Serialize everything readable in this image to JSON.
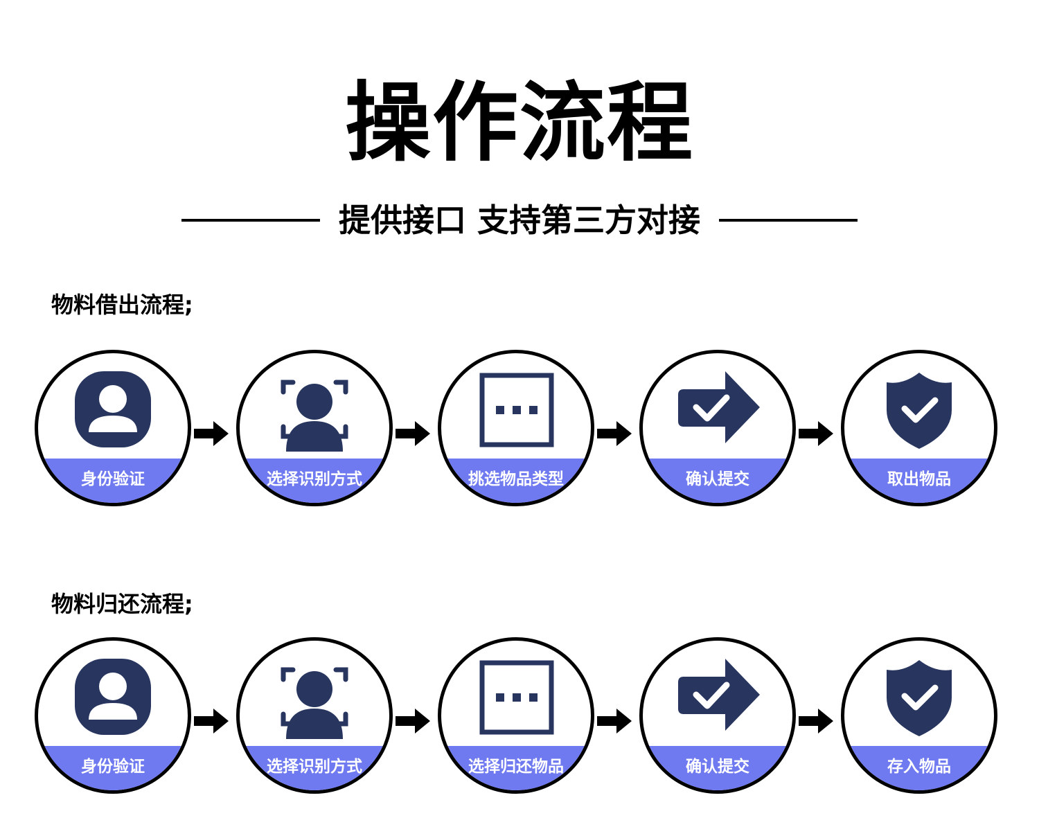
{
  "title": "操作流程",
  "subtitle": "提供接口 支持第三方对接",
  "colors": {
    "icon": "#27355f",
    "band": "#6f79f0",
    "outline": "#000000"
  },
  "borrow_flow": {
    "label": "物料借出流程;",
    "steps": [
      {
        "label": "身份验证",
        "icon": "user-avatar-icon"
      },
      {
        "label": "选择识别方式",
        "icon": "face-scan-icon"
      },
      {
        "label": "挑选物品类型",
        "icon": "dotted-box-icon"
      },
      {
        "label": "确认提交",
        "icon": "check-arrow-icon"
      },
      {
        "label": "取出物品",
        "icon": "shield-check-icon"
      }
    ]
  },
  "return_flow": {
    "label": "物料归还流程;",
    "steps": [
      {
        "label": "身份验证",
        "icon": "user-avatar-icon"
      },
      {
        "label": "选择识别方式",
        "icon": "face-scan-icon"
      },
      {
        "label": "选择归还物品",
        "icon": "dotted-box-icon"
      },
      {
        "label": "确认提交",
        "icon": "check-arrow-icon"
      },
      {
        "label": "存入物品",
        "icon": "shield-check-icon"
      }
    ]
  }
}
